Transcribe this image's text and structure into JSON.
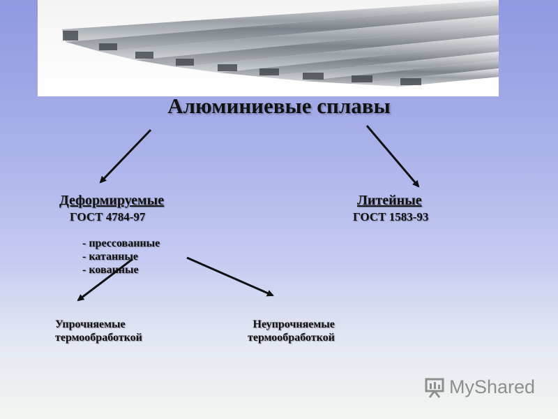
{
  "title": "Алюминиевые сплавы",
  "left_branch": {
    "name": "Деформируемые",
    "standard": "ГОСТ 4784-97",
    "subtypes": [
      "- прессованные",
      "- катанные",
      "- кованные"
    ]
  },
  "right_branch": {
    "name": "Литейные",
    "standard": "ГОСТ 1583-93"
  },
  "leaves": [
    {
      "line1": "Упрочняемые",
      "line2": "термообработкой"
    },
    {
      "line1": "Неупрочняемые",
      "line2": "термообработкой"
    }
  ],
  "watermark": {
    "text": "MyShared",
    "icon": "presentation-board-icon"
  }
}
